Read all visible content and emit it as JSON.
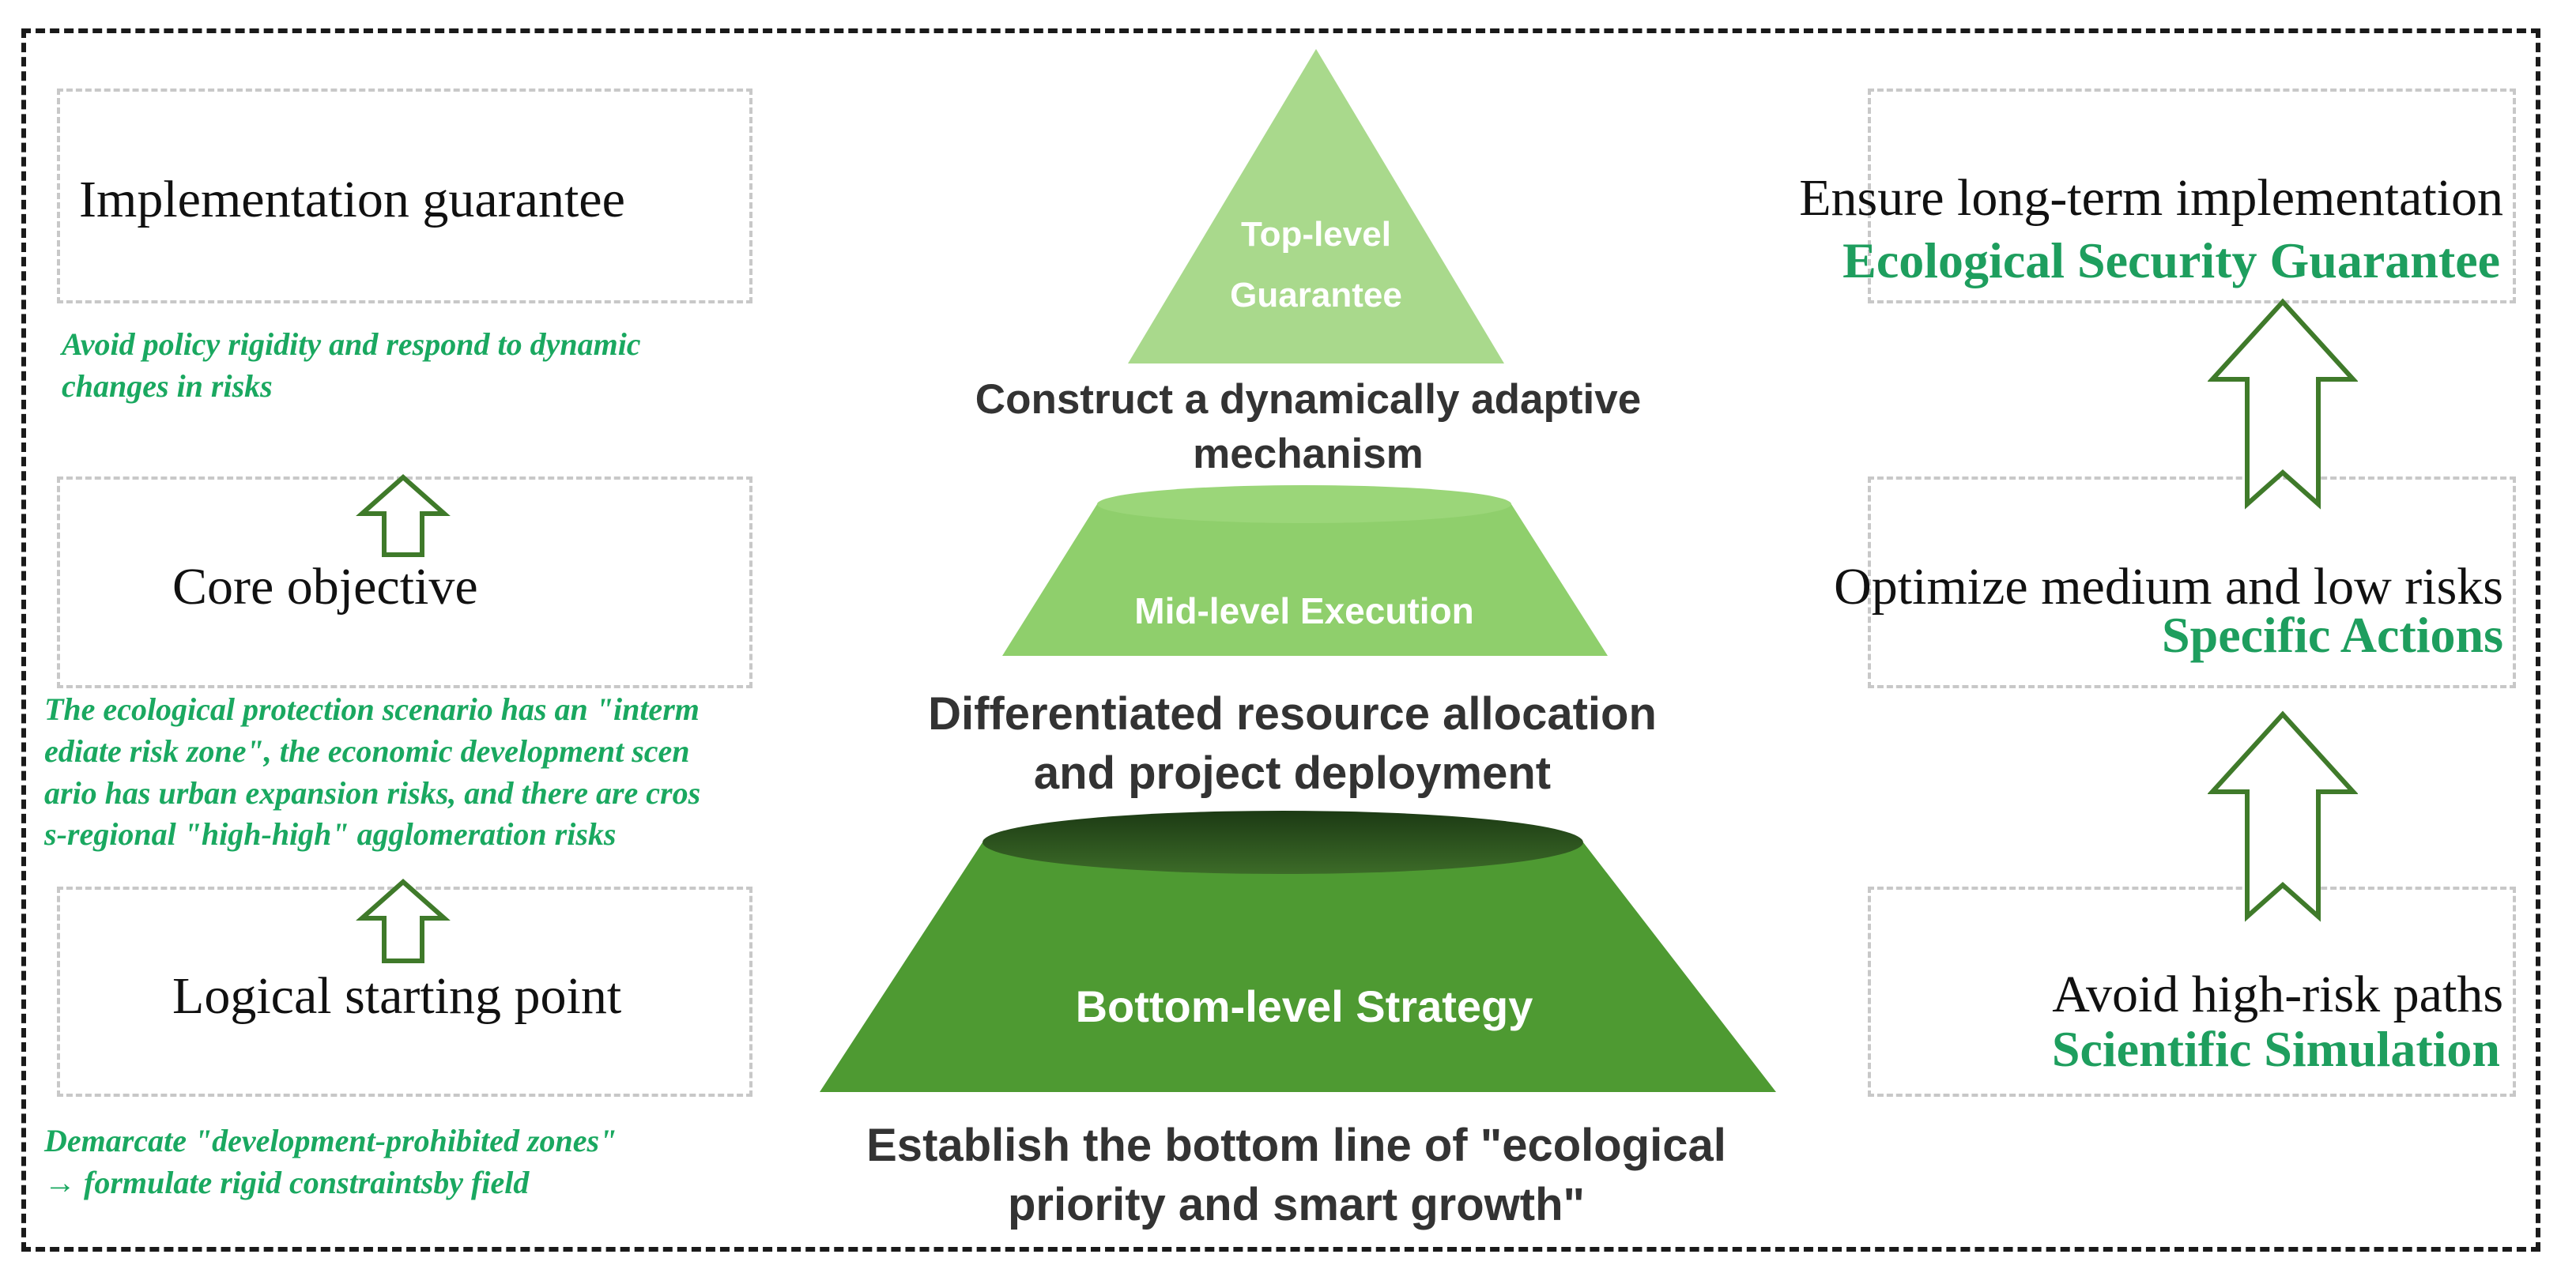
{
  "left": {
    "top_label": "Implementation guarantee",
    "top_note": [
      "Avoid policy rigidity and respond to dynamic",
      "changes in risks"
    ],
    "mid_label": "Core objective",
    "mid_note": [
      "The ecological protection scenario has an \"interm",
      "ediate risk zone\", the economic development scen",
      "ario has urban expansion risks, and there are cros",
      "s-regional \"high-high\" agglomeration risks"
    ],
    "bottom_label": "Logical starting point",
    "bottom_note": [
      "Demarcate \"development-prohibited zones\"",
      "→ formulate rigid constraintsby field"
    ]
  },
  "center": {
    "top_tier": [
      "Top-level",
      "Guarantee"
    ],
    "top_caption": [
      "Construct a dynamically adaptive",
      "mechanism"
    ],
    "mid_tier": "Mid-level Execution",
    "mid_caption": [
      "Differentiated resource allocation",
      "and project deployment"
    ],
    "bottom_tier": "Bottom-level Strategy",
    "bottom_caption": [
      "Establish the bottom line of \"ecological",
      "priority and smart growth\""
    ]
  },
  "right": {
    "top_label": "Ensure long-term implementation",
    "top_title": "Ecological Security Guarantee",
    "mid_label": "Optimize medium and low risks",
    "mid_title": "Specific Actions",
    "bottom_label": "Avoid high-risk paths",
    "bottom_title": "Scientific Simulation"
  },
  "colors": {
    "top_tier": "#a9d98c",
    "mid_tier": "#8fcf6c",
    "bottom_tier": "#4e9a32",
    "note_green": "#1aa860",
    "title_green": "#1e9e5e",
    "arrow_outline": "#3f7a2a"
  }
}
